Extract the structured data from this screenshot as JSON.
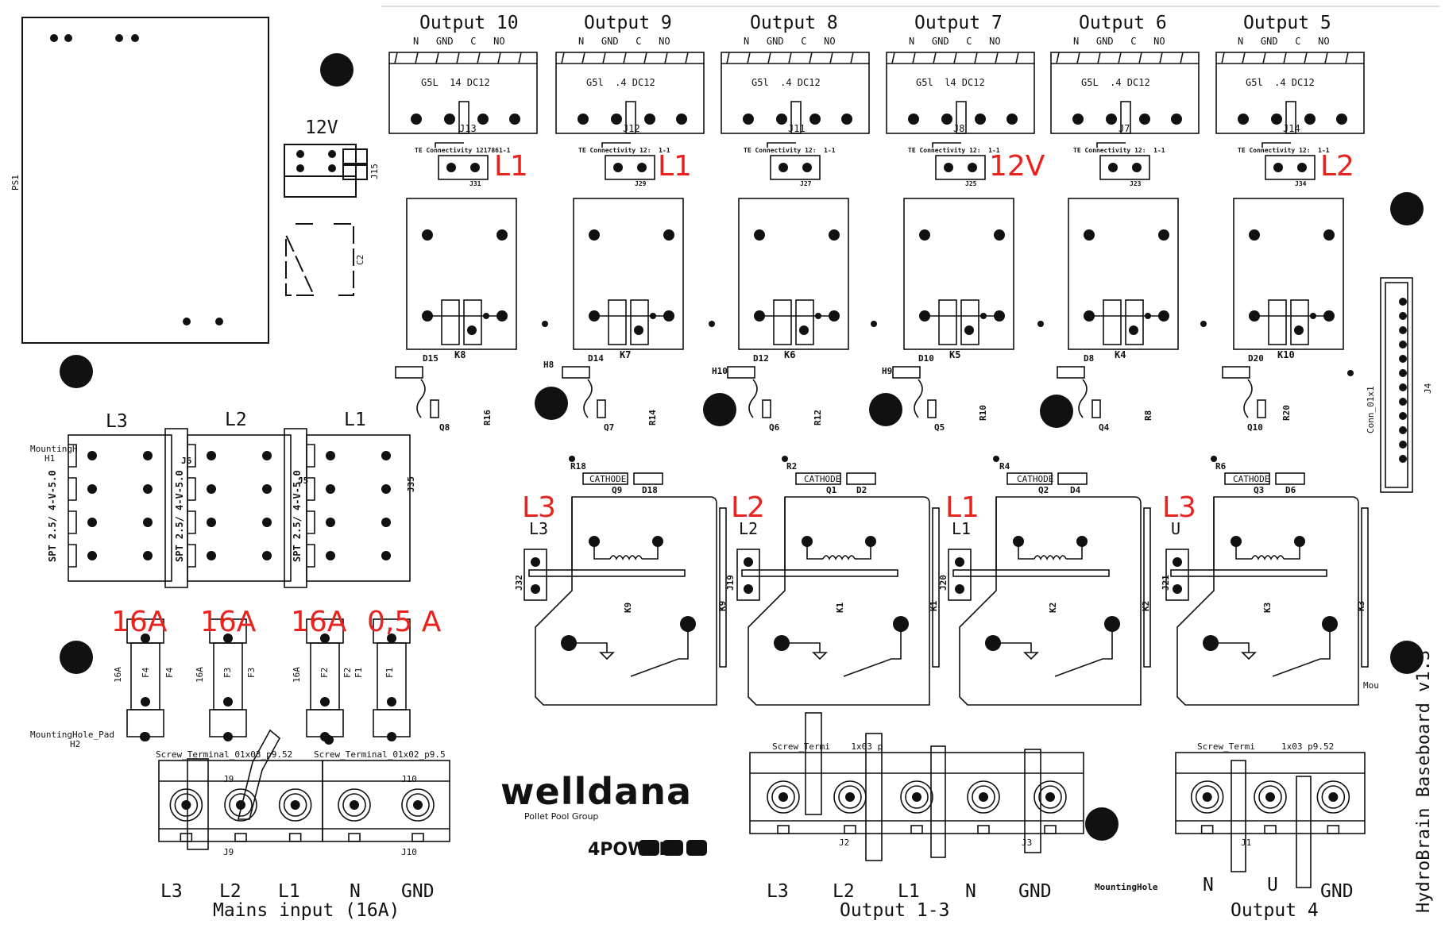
{
  "header_outputs": [
    "Output 10",
    "Output 9",
    "Output 8",
    "Output 7",
    "Output 6",
    "Output 5"
  ],
  "pins_top": "N   GND   C   NO",
  "relay_models": [
    "G5L  14 DC12",
    "G5l  .4 DC12",
    "G5l  .4 DC12",
    "G5l  l4 DC12",
    "G5L  .4 DC12",
    "G5l  .4 DC12"
  ],
  "connector_refs": [
    "J13",
    "J12",
    "J11",
    "J8",
    "J7",
    "J14"
  ],
  "te_labels": [
    "TE Connectivity 1217861-1",
    "TE Connectivity 12:  1-1",
    "TE Connectivity 12:  1-1",
    "TE Connectivity 12:  1-1",
    "TE Connectivity 12:  1-1",
    "TE Connectivity 12:  1-1"
  ],
  "jumper_refs": [
    "J31",
    "J29",
    "J27",
    "J25",
    "J23",
    "J34"
  ],
  "red_labels_top": [
    "L1",
    "L1",
    "12V",
    "L2"
  ],
  "relay_refs": [
    "K8",
    "K7",
    "K6",
    "K5",
    "K4",
    "K10"
  ],
  "diode_refs": [
    "D15",
    "D14",
    "D12",
    "D10",
    "D8",
    "D20"
  ],
  "transistor_refs": [
    "Q8",
    "Q7",
    "Q6",
    "Q5",
    "Q4",
    "Q10"
  ],
  "resistor_refs": [
    "R16",
    "R14",
    "R12",
    "R10",
    "R8",
    "R20"
  ],
  "mount_refs": [
    "H8",
    "H10",
    "H9"
  ],
  "power_label": "12V",
  "psu_ref": "PS1",
  "cap_ref": "C2",
  "jack_ref": "J15",
  "phase_headers": [
    "L3",
    "L2",
    "L1"
  ],
  "terminal_model": "SPT 2.5/ 4-V-5.0",
  "terminal_refs": [
    "J6",
    "J5",
    "J35"
  ],
  "mounting_labels": [
    "MountingH",
    "MountingHole_Pad",
    "MountingHole"
  ],
  "mounting_refs": [
    "H1",
    "H2"
  ],
  "fuse_ratings": [
    "16A",
    "16A",
    "16A",
    "0,5 A"
  ],
  "fuse_small": [
    "16A",
    "16A",
    "16A"
  ],
  "fuse_refs": [
    "F4",
    "F3",
    "F2",
    "F1"
  ],
  "big_relays": {
    "red": [
      "L3",
      "L2",
      "L1",
      "L3"
    ],
    "black": [
      "L3",
      "L2",
      "L1",
      "U"
    ],
    "refs": [
      "K9",
      "K1",
      "K2",
      "K3"
    ],
    "jumpers": [
      "J32",
      "J19",
      "J20",
      "J21"
    ],
    "res": [
      "R18",
      "R2",
      "R4",
      "R6"
    ],
    "q": [
      "Q9",
      "Q1",
      "Q2",
      "Q3"
    ],
    "d": [
      "D18",
      "D2",
      "D4",
      "D6"
    ],
    "cath": "CATHODE"
  },
  "screw_terminals": [
    "Screw_Terminal_01x03_p9.52",
    "Screw_Terminal_01x02_p9.5",
    "Screw_Termi    1x03 p",
    "Screw_Termi     1x03 p9.52"
  ],
  "screw_refs": [
    "J9",
    "J10",
    "J2",
    "J3",
    "J1"
  ],
  "bottom_groups": [
    {
      "pins": [
        "L3",
        "L2",
        "L1",
        "N",
        "GND"
      ],
      "caption": "Mains input (16A)"
    },
    {
      "pins": [
        "L3",
        "L2",
        "L1",
        "N",
        "GND"
      ],
      "caption": "Output 1-3"
    },
    {
      "pins": [
        "N",
        "U",
        "GND"
      ],
      "caption": "Output 4"
    }
  ],
  "logo": {
    "brand": "welldana",
    "sub": "Pollet Pool Group",
    "powered": "4POWER"
  },
  "connector_j4": "J4",
  "connector_j4_model": "Conn_01x1",
  "board_title": "HydroBrain Baseboard v1.3",
  "mou": "Mou"
}
